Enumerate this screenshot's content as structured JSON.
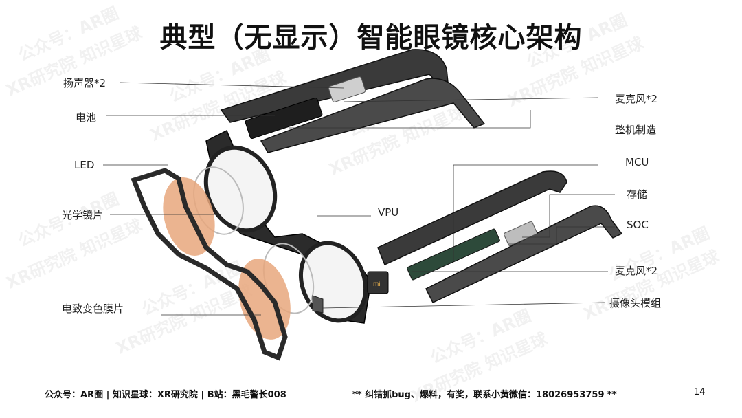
{
  "title": "典型（无显示）智能眼镜核心架构",
  "labels": {
    "speaker": "扬声器*2",
    "battery": "电池",
    "led": "LED",
    "optical_lens": "光学镜片",
    "electrochromic_film": "电致变色膜片",
    "vpu": "VPU",
    "mic_top": "麦克风*2",
    "assembly": "整机制造",
    "mcu": "MCU",
    "storage": "存储",
    "soc": "SOC",
    "mic_bottom": "麦克风*2",
    "camera_module": "摄像头模组"
  },
  "footer": {
    "left": "公众号：AR圈 | 知识星球：XR研究院  |  B站：黑毛警长008",
    "center": "** 纠错抓bug、爆料，有奖，联系小黄微信：18026953759 **",
    "page_number": "14"
  },
  "watermark": {
    "line1": "公众号：AR圈",
    "line2": "XR研究院 知识星球"
  },
  "colors": {
    "frame": "#2b2b2b",
    "tint_lens": "#e8a77c",
    "leader_line": "#333333"
  }
}
